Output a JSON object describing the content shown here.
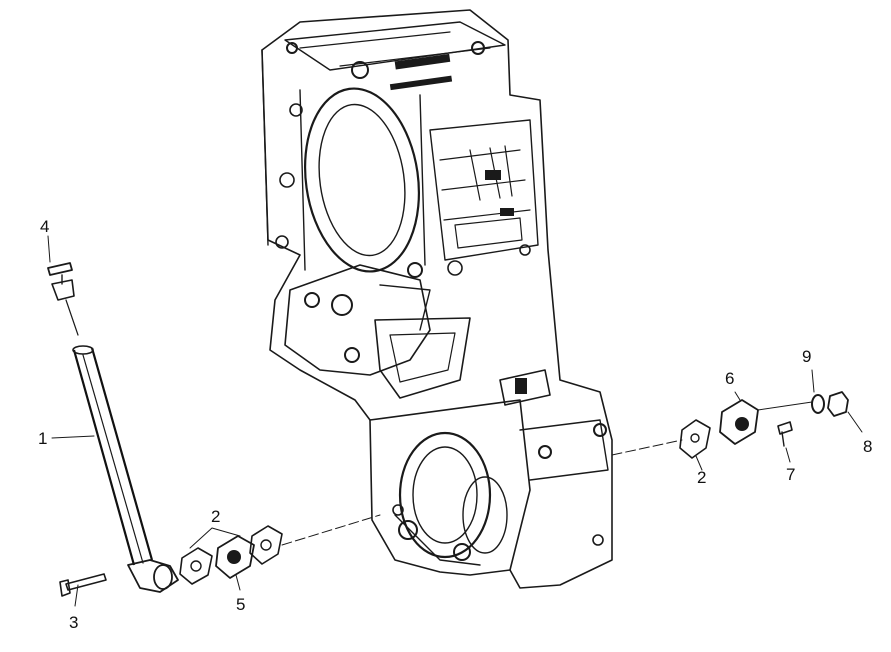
{
  "diagram": {
    "background": "#ffffff",
    "ink_color": "#1a1a1a",
    "callouts": [
      {
        "id": "c1",
        "text": "1"
      },
      {
        "id": "c2a",
        "text": "2"
      },
      {
        "id": "c2b",
        "text": "2"
      },
      {
        "id": "c3",
        "text": "3"
      },
      {
        "id": "c4",
        "text": "4"
      },
      {
        "id": "c5",
        "text": "5"
      },
      {
        "id": "c6",
        "text": "6"
      },
      {
        "id": "c7",
        "text": "7"
      },
      {
        "id": "c8",
        "text": "8"
      },
      {
        "id": "c9",
        "text": "9"
      }
    ]
  }
}
